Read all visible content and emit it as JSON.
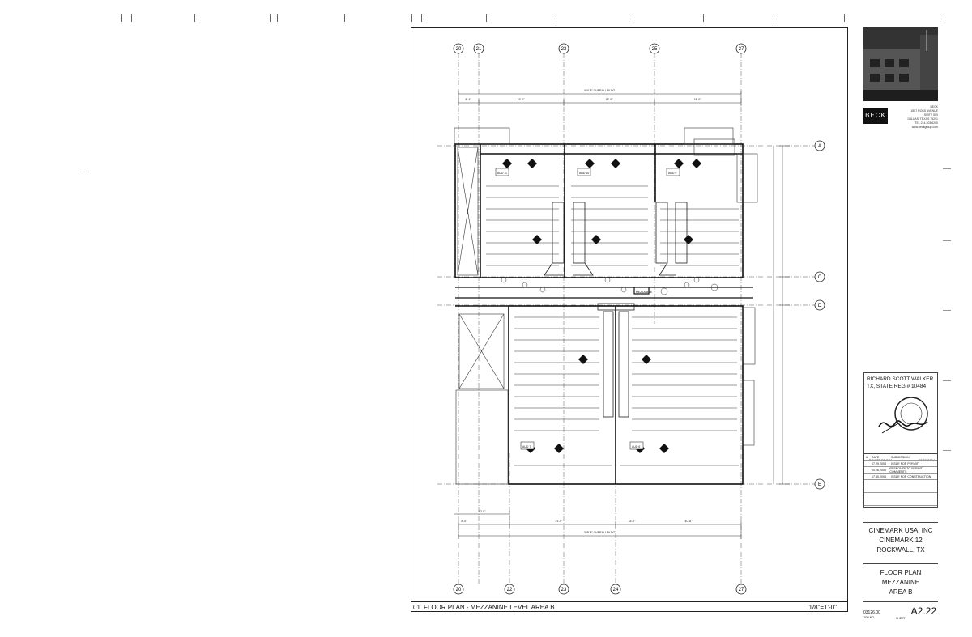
{
  "drawing": {
    "caption_number": "01",
    "caption_title": "FLOOR PLAN - MEZZANINE LEVEL AREA B",
    "scale": "1/8\"=1'-0\"",
    "mezzanine_tag": "MEZZANINE",
    "grid_top": [
      "20",
      "21",
      "23",
      "25",
      "27"
    ],
    "grid_bottom": [
      "20",
      "22",
      "23",
      "24",
      "27"
    ],
    "grid_right": [
      "A",
      "C",
      "D",
      "E"
    ],
    "dims_top": [
      "404'-8\" OVERALL BLDG",
      "8'-4\"",
      "15'-0\"",
      "18'-0\"",
      "18'-0\""
    ],
    "dims_bottom": [
      "10'-8\"",
      "8'-0\"",
      "21'-0\"",
      "18'-0\"",
      "40'-8\"",
      "328'-8\" OVERALL BLDG"
    ],
    "aud_labels": [
      "AUD 11",
      "AUD 10",
      "AUD 9",
      "AUD 7",
      "AUD 6"
    ]
  },
  "title_block": {
    "brand": "BECK",
    "address_lines": [
      "BECK",
      "1807 ROSS AVENUE",
      "SUITE 500",
      "DALLAS, TEXAS 75201",
      "TEL 214.303.6200",
      "www.beckgroup.com"
    ],
    "architect_name": "RICHARD SCOTT WALKER",
    "architect_reg": "TX, STATE REG.# 10484",
    "seal_label": "ARCHITECT SEAL",
    "seal_date": "07.30.2004",
    "rev_header": [
      "#",
      "DATE",
      "SUBMISSION"
    ],
    "revisions": [
      [
        "",
        "07.29.2004",
        "ISSUE FOR PERMIT"
      ],
      [
        "",
        "04.28.2004",
        "RESPONSE TO PERMIT COMMENTS"
      ],
      [
        "",
        "07.30.2004",
        "ISSUE FOR CONSTRUCTION"
      ]
    ],
    "client_lines": [
      "CINEMARK USA, INC",
      "CINEMARK 12",
      "ROCKWALL, TX"
    ],
    "sheet_title_lines": [
      "FLOOR PLAN",
      "MEZZANINE",
      "AREA B"
    ],
    "job_no": "03126.00",
    "job_label": "JOB NO.",
    "sheet_no": "A2.22",
    "sheet_label": "SHEET"
  }
}
